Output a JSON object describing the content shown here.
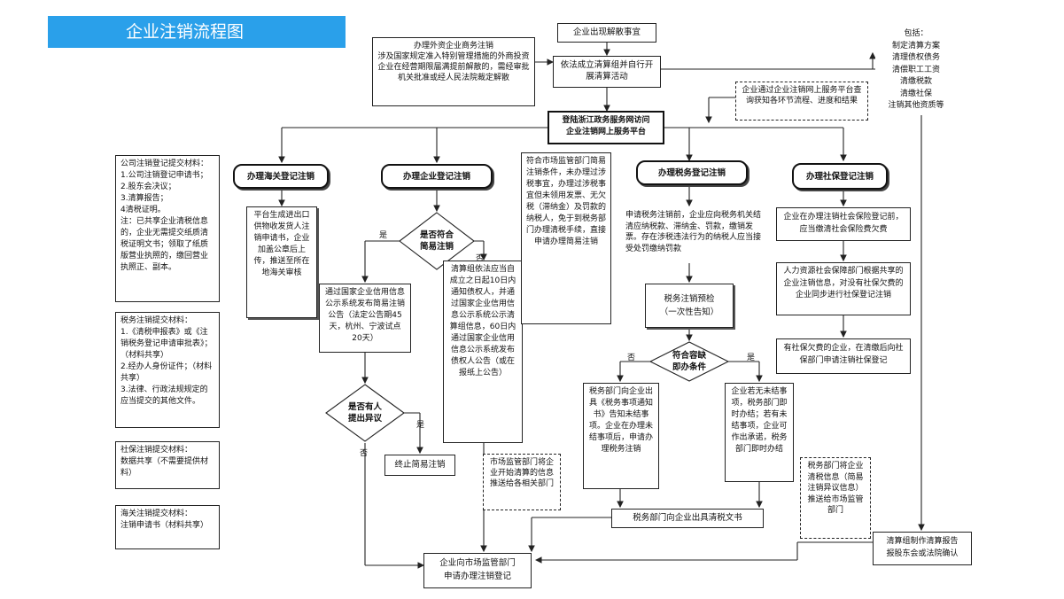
{
  "header": {
    "title": "企业注销流程图"
  },
  "top": {
    "dissolution": "企业出现解散事宜",
    "foreign_note": "办理外资企业商务注销\n涉及国家规定准入特别管理措施的外商投资企业在经营期限届满提前解散的，需经审批机关批准或经人民法院裁定解散",
    "liquidation_team": "依法成立清算组并自行开展清算活动",
    "includes": "包括：\n制定清算方案\n清理债权债务\n清偿职工工资\n清缴税款\n清缴社保\n注销其他资质等",
    "online_note": "企业通过企业注销网上服务平台查询获知各环节流程、进度和结果",
    "portal": "登陆浙江政务服务网访问\n企业注销网上服务平台"
  },
  "left_panels": {
    "company_materials": "公司注销登记提交材料：\n1.公司注销登记申请书；\n2.股东会决议；\n3.清算报告；\n4清税证明。\n注：已共享企业清税信息的，企业无需提交纸质清税证明文书；领取了纸质版营业执照的，缴回营业执照正、副本。",
    "tax_materials": "税务注销提交材料：\n1.《清税申报表》或《注销税务登记申请审批表》；（材料共享）\n2.经办人身份证件；（材料共享）\n3.法律、行政法规规定的应当提交的其他文件。",
    "social_materials": "社保注销提交材料：\n数据共享（不需要提供材料）",
    "customs_materials": "海关注销提交材料：\n注销申请书（材料共享）"
  },
  "customs": {
    "head": "办理海关登记注销",
    "body": "平台生成进出口供物收发货人注销申请书，企业加盖公章后上传，推送至所在地海关审核"
  },
  "enterprise": {
    "head": "办理企业登记注销",
    "decision": "是否符合\n简易注销",
    "yes": "是",
    "no": "否",
    "simple_notice": "通过国家企业信用信息公示系统发布简易注销公告（法定公告期45天，杭州、宁波试点20天）",
    "creditor_notice": "清算组依法应当自成立之日起10日内通知债权人，并通过国家企业信用信息公示系统公示清算组信息，60日内通过国家企业信用信息公示系统发布债权人公告（或在报纸上公告）",
    "objection": "是否有人\n提出异议",
    "obj_yes": "是",
    "obj_no": "否",
    "terminate": "终止简易注销"
  },
  "market": {
    "simple_note": "符合市场监管部门简易注销条件，未办理过涉税事宜，办理过涉税事宜但未领用发票、无欠税（滞纳金）及罚款的纳税人，免于到税务部门办理清税手续，直接申请办理简易注销",
    "push_note": "市场监管部门将企业开始清算的信息推送给各相关部门",
    "apply": "企业向市场监管部门\n申请办理注销登记"
  },
  "tax": {
    "head": "办理税务登记注销",
    "body": "申请税务注销前，企业应向税务机关结清应纳税款、滞纳金、罚款，缴销发票。存在涉税违法行为的纳税人应当接受处罚缴纳罚款",
    "precheck": "税务注销预检\n（一次性告知）",
    "decision": "符合容缺\n即办条件",
    "no": "否",
    "yes": "是",
    "notice": "税务部门向企业出具《税务事项通知书》告知未结事项。企业在办理未结事项后，申请办理税务注销",
    "immediate": "企业若无未结事项，税务部门即时办结；若有未结事项，企业可作出承诺，税务部门即时办结",
    "clear_doc": "税务部门向企业出具清税文书",
    "push_info": "税务部门将企业清税信息（简易注销异议信息）推送给市场监管部门"
  },
  "social": {
    "head": "办理社保登记注销",
    "body1": "企业在办理注销社会保险登记前，应当缴清社会保险费欠费",
    "body2": "人力资源社会保障部门根据共享的企业注销信息，对没有社保欠费的企业同步进行社保登记注销",
    "body3": "有社保欠费的企业，在清缴后向社保部门申请注销社保登记"
  },
  "report": "清算组制作清算报告\n报股东会或法院确认"
}
